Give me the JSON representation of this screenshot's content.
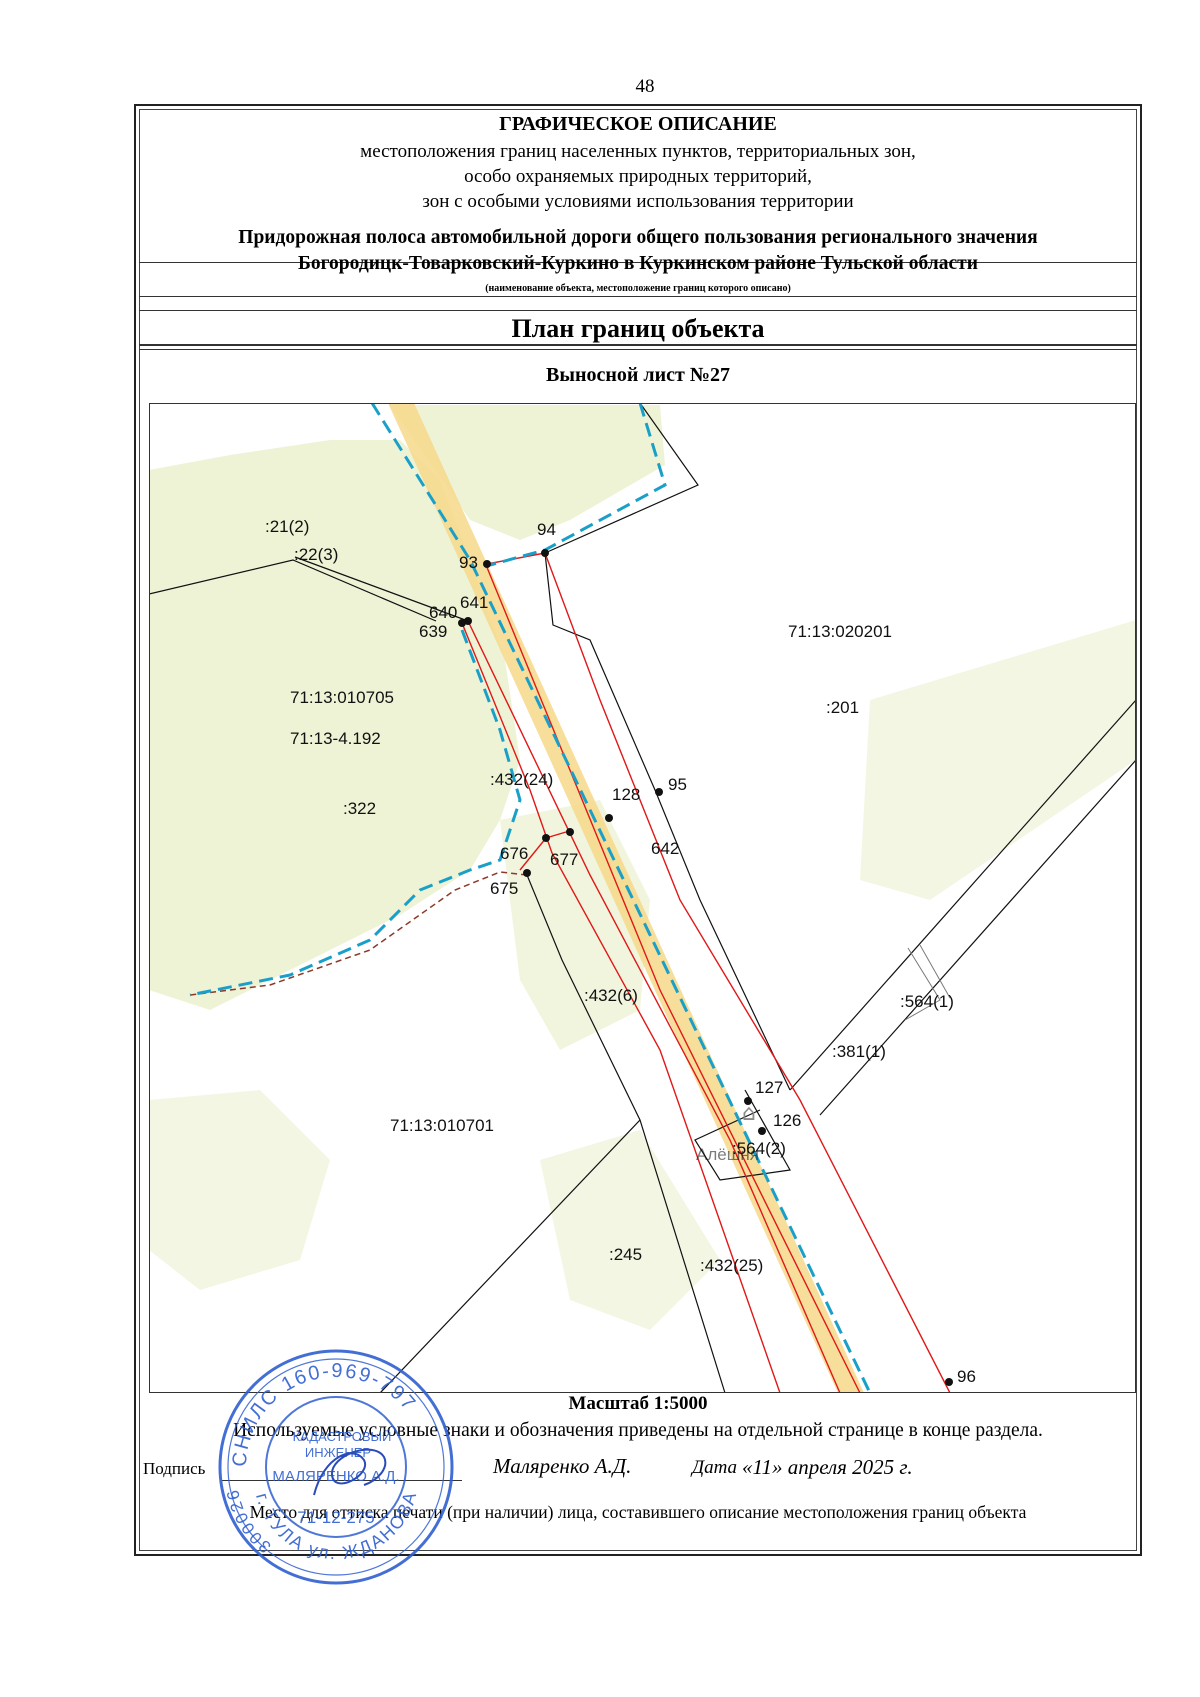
{
  "page_number": "48",
  "header": {
    "title": "ГРАФИЧЕСКОЕ ОПИСАНИЕ",
    "subtitle_lines": [
      "местоположения границ населенных пунктов, территориальных зон,",
      "особо охраняемых природных территорий,",
      "зон с особыми условиями использования территории"
    ],
    "object_name_lines": [
      "Придорожная полоса автомобильной дороги общего пользования регионального значения",
      "Богородицк-Товарковский-Куркино в Куркинском районе Тульской области"
    ],
    "object_caption": "(наименование объекта, местоположение границ которого описано)"
  },
  "plan_title": "План границ объекта",
  "sheet_title": "Выносной лист №27",
  "map": {
    "colors": {
      "forest": "#eef3d6",
      "road": "#f6d88a",
      "zone_boundary_blue": "#1aa0c8",
      "boundary_red": "#e01818",
      "cadastral_black": "#111111",
      "boundary_brown_dashed": "#8b3a2a",
      "parcel_gray": "#7a7a7a"
    },
    "labels": {
      "p21_2": ":21(2)",
      "p22_3": ":22(3)",
      "q020201": "71:13:020201",
      "p201": ":201",
      "q010705": "71:13:010705",
      "z4_192": "71:13-4.192",
      "p322": ":322",
      "p432_24": ":432(24)",
      "p432_6": ":432(6)",
      "q010701": "71:13:010701",
      "p245": ":245",
      "p432_25": ":432(25)",
      "p564_1": ":564(1)",
      "p381_1": ":381(1)",
      "p564_2": ":564(2)",
      "p642": "642",
      "settlement": "Алёшня"
    },
    "points": {
      "pt93": "93",
      "pt94": "94",
      "pt640": "640",
      "pt641": "641",
      "pt639": "639",
      "pt128": "128",
      "pt95": "95",
      "pt676": "676",
      "pt677": "677",
      "pt675": "675",
      "pt127": "127",
      "pt126": "126",
      "pt96": "96"
    }
  },
  "scale": "Масштаб 1:5000",
  "legend_note": "Используемые условные знаки и обозначения приведены на отдельной странице в конце раздела.",
  "signature": {
    "label": "Подпись",
    "name": "Маляренко А.Д.",
    "date_label": "Дата",
    "date_value": "«11» апреля 2025 г."
  },
  "stamp_place": "Место для оттиска печати (при наличии) лица, составившего описание местоположения границ объекта",
  "stamp": {
    "ring_top": "СНИЛС 160-969-797",
    "ring_bottom": "г. ТУЛА ул. ЖДАНОВА д. 3",
    "ring_left": "300026",
    "line1": "КАДАСТРОВЫЙ",
    "line2": "ИНЖЕНЕР",
    "line3": "МАЛЯРЕНКО А.Д.",
    "line4": "71-12-275"
  }
}
